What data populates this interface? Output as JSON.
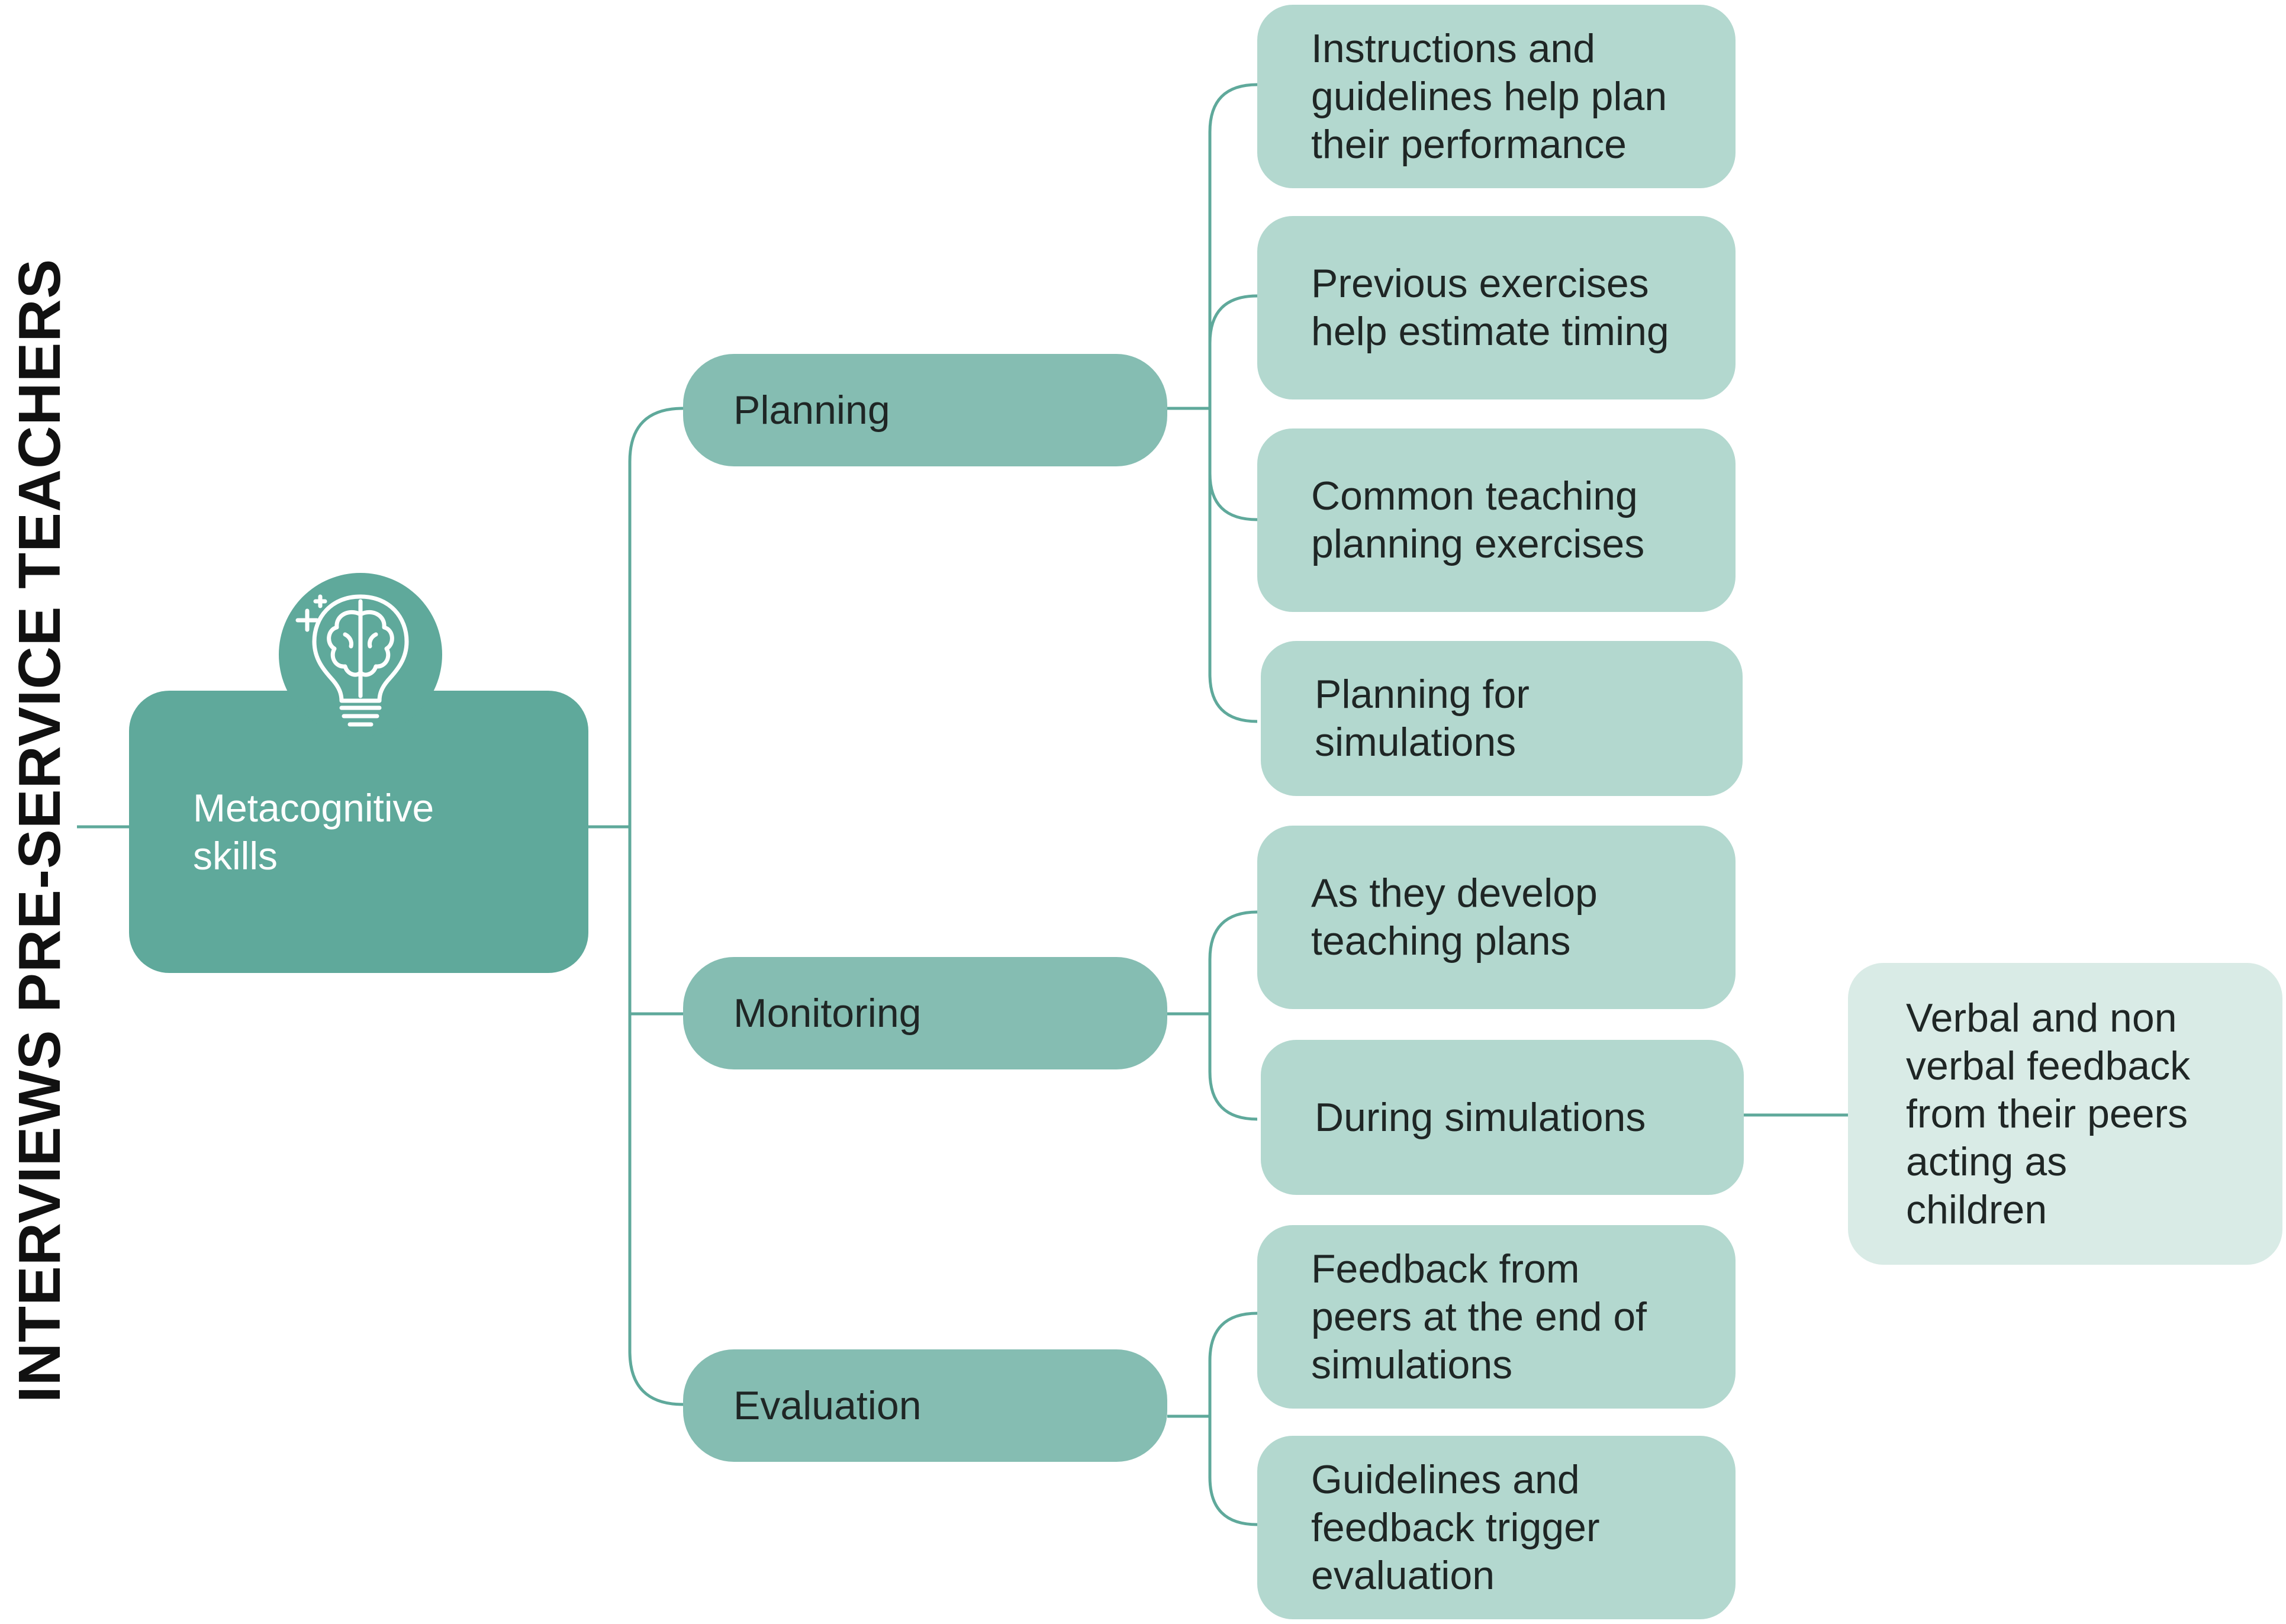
{
  "side_title": "INTERVIEWS PRE-SERVICE TEACHERS",
  "colors": {
    "root": "#5fa99b",
    "level1": "#85bdb2",
    "level2": "#b3d8cf",
    "level3": "#d9ebe6",
    "connector": "#5fa99b"
  },
  "root": {
    "label": "Metacognitive skills",
    "icon": "brain-lightbulb-icon"
  },
  "categories": [
    {
      "label": "Planning",
      "items": [
        {
          "label": "Instructions and guidelines help plan their performance"
        },
        {
          "label": "Previous exercises help estimate timing"
        },
        {
          "label": "Common teaching planning exercises"
        },
        {
          "label": "Planning for simulations"
        }
      ]
    },
    {
      "label": "Monitoring",
      "items": [
        {
          "label": "As they develop teaching plans"
        },
        {
          "label": "During simulations",
          "detail": "Verbal and non verbal feedback from their peers acting as children"
        }
      ]
    },
    {
      "label": "Evaluation",
      "items": [
        {
          "label": "Feedback from peers at the end of simulations"
        },
        {
          "label": "Guidelines and feedback trigger evaluation"
        }
      ]
    }
  ]
}
